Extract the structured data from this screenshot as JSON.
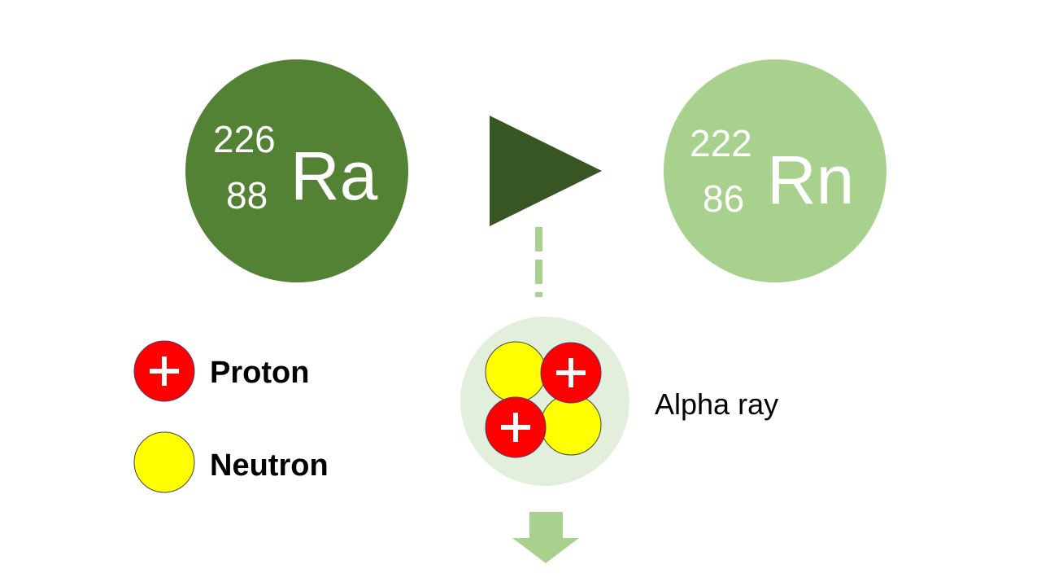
{
  "parent": {
    "mass": "226",
    "atomic": "88",
    "symbol": "Ra",
    "color": "#548235"
  },
  "daughter": {
    "mass": "222",
    "atomic": "86",
    "symbol": "Rn",
    "color": "#a9d18e"
  },
  "arrow_color": "#375623",
  "emission": {
    "label": "Alpha ray",
    "background": "#e2efda"
  },
  "legend": {
    "proton": {
      "label": "Proton",
      "symbol": "+",
      "color": "#ff0000"
    },
    "neutron": {
      "label": "Neutron",
      "color": "#ffff00"
    }
  },
  "down_arrow_color": "#a9d18e"
}
